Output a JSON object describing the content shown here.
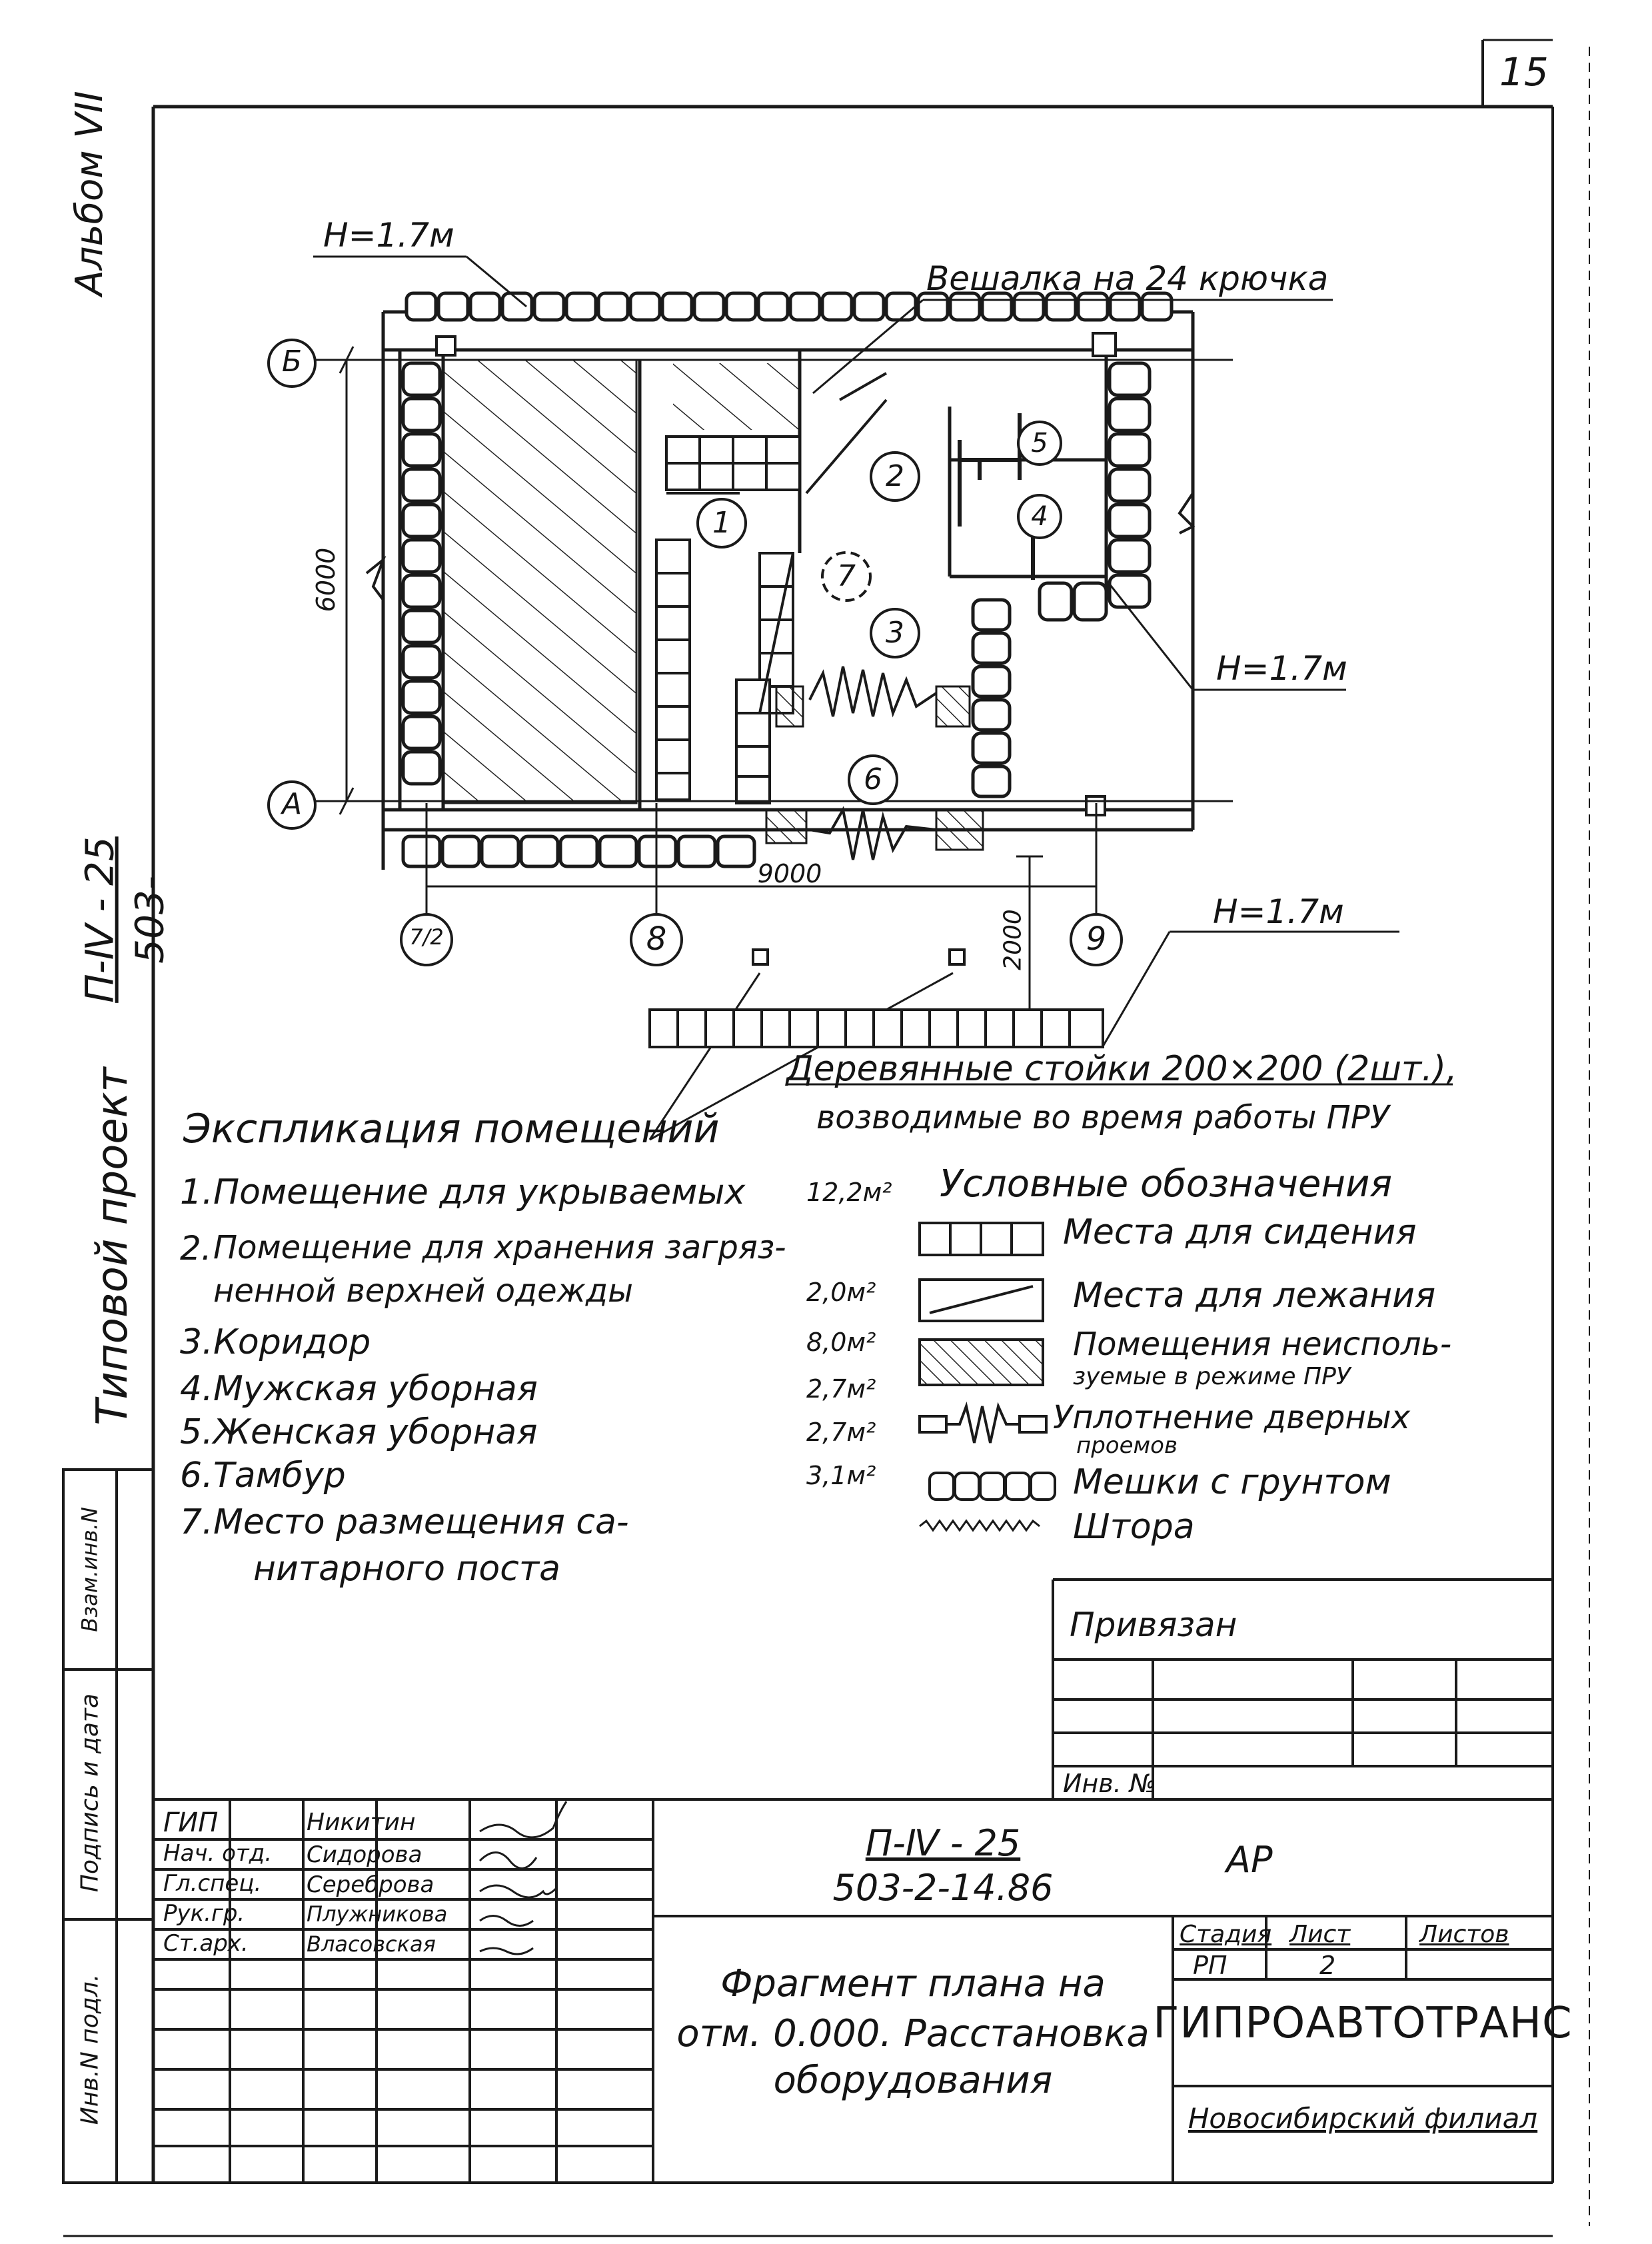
{
  "sheet_number": "15",
  "album": "Альбом VII",
  "side_project": {
    "label": "Типовой проект",
    "code_top": "П-Ⅳ - 25",
    "code_bottom": "503-"
  },
  "side_stamp": [
    "Инв.N подл.",
    "Подпись и дата",
    "Взам.инв.N"
  ],
  "plan": {
    "h_labels": {
      "top_left": "H=1.7м",
      "right_mid": "H=1.7м",
      "right_bottom": "H=1.7м"
    },
    "hanger_note": "Вешалка на 24 крючка",
    "axes": {
      "b": "Б",
      "a": "А",
      "x1": "7/2",
      "x2": "8",
      "x3": "9"
    },
    "dims": {
      "height": "6000",
      "width": "9000",
      "offset": "2000"
    },
    "room_numbers": [
      "1",
      "2",
      "3",
      "4",
      "5",
      "6",
      "7"
    ],
    "posts_note_line1": "Деревянные стойки 200×200 (2шт.),",
    "posts_note_line2": "возводимые во время работы ПРУ"
  },
  "explication": {
    "title": "Экспликация помещений",
    "items": [
      {
        "no": "1.",
        "lines": [
          "Помещение для укрываемых"
        ],
        "area": "12,2м²"
      },
      {
        "no": "2.",
        "lines": [
          "Помещение для хранения загряз-",
          "ненной верхней одежды"
        ],
        "area": "2,0м²"
      },
      {
        "no": "3.",
        "lines": [
          "Коридор"
        ],
        "area": "8,0м²"
      },
      {
        "no": "4.",
        "lines": [
          "Мужская уборная"
        ],
        "area": "2,7м²"
      },
      {
        "no": "5.",
        "lines": [
          "Женская уборная"
        ],
        "area": "2,7м²"
      },
      {
        "no": "6.",
        "lines": [
          "Тамбур"
        ],
        "area": "3,1м²"
      },
      {
        "no": "7.",
        "lines": [
          "Место размещения са-",
          "нитарного поста"
        ],
        "area": ""
      }
    ]
  },
  "legend": {
    "title": "Условные обозначения",
    "items": [
      {
        "symbol": "seat",
        "label": [
          "Места для сидения"
        ]
      },
      {
        "symbol": "bed",
        "label": [
          "Места для лежания"
        ]
      },
      {
        "symbol": "hatch",
        "label": [
          "Помещения неисполь-",
          "зуемые в режиме ПРУ"
        ]
      },
      {
        "symbol": "seal",
        "label": [
          "Уплотнение дверных",
          "проемов"
        ]
      },
      {
        "symbol": "bags",
        "label": [
          "Мешки с грунтом"
        ]
      },
      {
        "symbol": "curtain",
        "label": [
          "Штора"
        ]
      }
    ]
  },
  "title_block": {
    "privyazan": "Привязан",
    "inv": "Инв. №",
    "code_line1": "П-Ⅳ - 25",
    "code_line2": "503-2-14.86",
    "section": "АР",
    "roles": [
      "ГИП",
      "Нач. отд.",
      "Гл.спец.",
      "Рук.гр.",
      "Ст.арх."
    ],
    "names": [
      "Никитин",
      "Сидорова",
      "Сереброва",
      "Плужникова",
      "Власовская"
    ],
    "title_lines": [
      "Фрагмент плана на",
      "отм. 0.000. Расстановка",
      "оборудования"
    ],
    "stage_label": "Стадия",
    "sheet_label": "Лист",
    "sheets_label": "Листов",
    "stage": "РП",
    "sheet": "2",
    "org": "ГИПРОАВТОТРАНС",
    "branch": "Новосибирский филиал"
  }
}
